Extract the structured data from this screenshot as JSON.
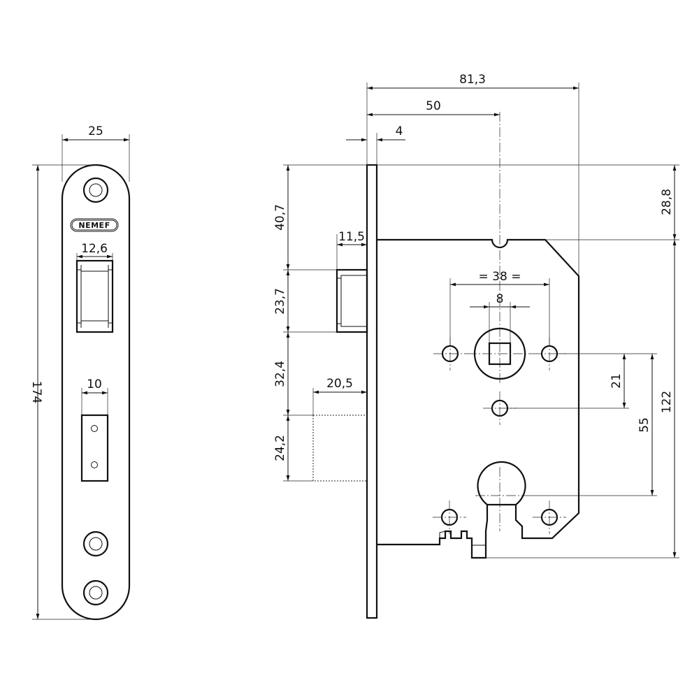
{
  "brand_logo": "NEMEF",
  "front_view": {
    "width": "25",
    "height": "174",
    "latch_window_width": "12,6",
    "bolt_window_width": "10"
  },
  "side_view": {
    "overall_depth": "81,3",
    "backset": "50",
    "faceplate_thickness": "4",
    "top_to_case": "28,8",
    "top_to_latch": "40,7",
    "latch_height": "23,7",
    "latch_to_bolt": "32,4",
    "bolt_height": "24,2",
    "latch_projection": "11,5",
    "bolt_projection": "20,5",
    "screw_spacing": "= 38 =",
    "spindle_square": "8",
    "spindle_to_screw": "21",
    "spindle_to_cylinder": "55",
    "case_height": "122"
  }
}
